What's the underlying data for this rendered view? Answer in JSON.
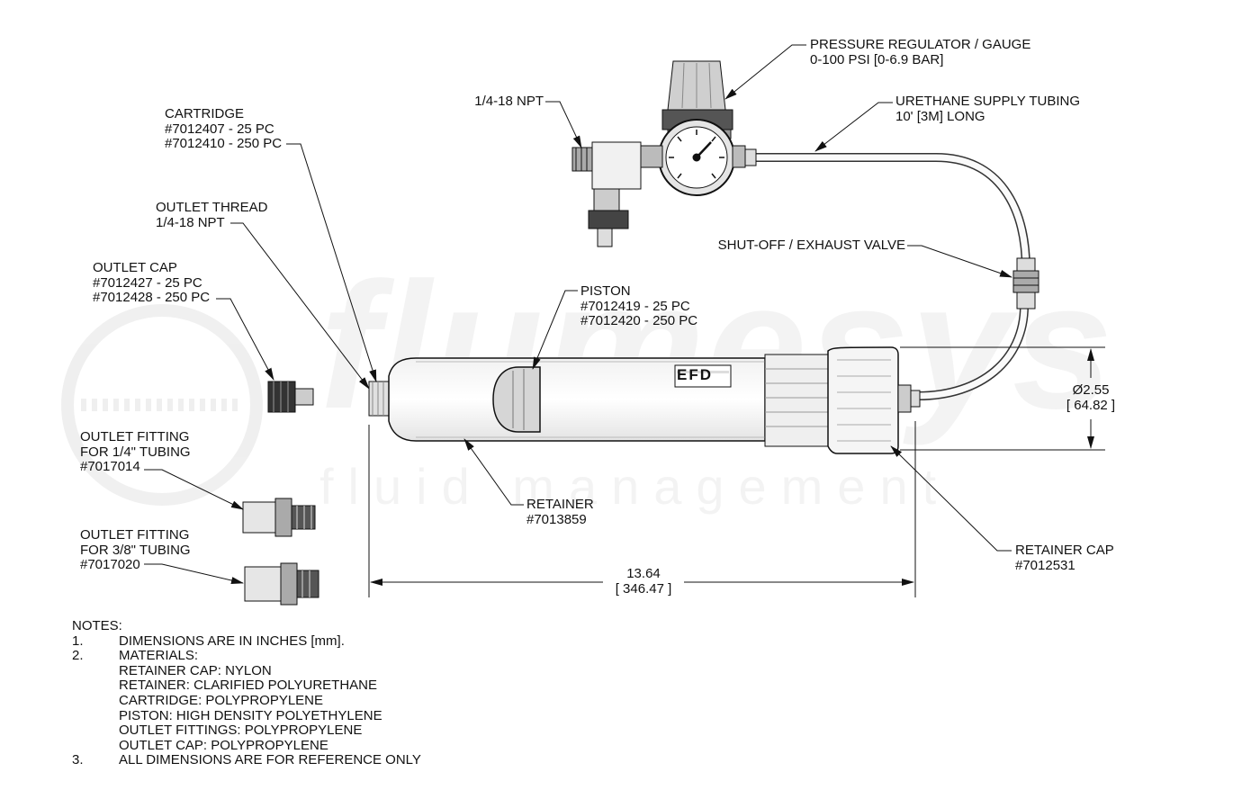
{
  "watermark": {
    "brand": "flumesys",
    "tagline": "fluid management"
  },
  "logo_text": "EFD",
  "labels": {
    "pressure_regulator": [
      "PRESSURE REGULATOR / GAUGE",
      "0-100 PSI [0-6.9 BAR]"
    ],
    "npt_inlet": [
      "1/4-18 NPT"
    ],
    "urethane_tubing": [
      "URETHANE SUPPLY TUBING",
      "10' [3M] LONG"
    ],
    "cartridge": [
      "CARTRIDGE",
      "#7012407 - 25 PC",
      "#7012410 - 250 PC"
    ],
    "outlet_thread": [
      "OUTLET THREAD",
      "1/4-18 NPT"
    ],
    "shutoff_valve": [
      "SHUT-OFF / EXHAUST VALVE"
    ],
    "outlet_cap": [
      "OUTLET CAP",
      "#7012427 - 25 PC",
      "#7012428 - 250 PC"
    ],
    "piston": [
      "PISTON",
      "#7012419 - 25 PC",
      "#7012420 - 250 PC"
    ],
    "outlet_fitting_quarter": [
      "OUTLET FITTING",
      "FOR 1/4\" TUBING",
      "#7017014"
    ],
    "retainer": [
      "RETAINER",
      "#7013859"
    ],
    "outlet_fitting_three_eighths": [
      "OUTLET FITTING",
      "FOR 3/8\" TUBING",
      "#7017020"
    ],
    "retainer_cap": [
      "RETAINER CAP",
      "#7012531"
    ]
  },
  "dimensions": {
    "diameter": {
      "inches": "Ø2.55",
      "mm": "[ 64.82 ]"
    },
    "length": {
      "inches": "13.64",
      "mm": "[ 346.47 ]"
    }
  },
  "notes": {
    "title": "NOTES:",
    "items": [
      {
        "num": "1.",
        "text": "DIMENSIONS ARE IN INCHES [mm]."
      },
      {
        "num": "2.",
        "text": "MATERIALS:"
      },
      {
        "num": "",
        "text": "RETAINER CAP: NYLON"
      },
      {
        "num": "",
        "text": "RETAINER: CLARIFIED POLYURETHANE"
      },
      {
        "num": "",
        "text": "CARTRIDGE: POLYPROPYLENE"
      },
      {
        "num": "",
        "text": "PISTON: HIGH DENSITY POLYETHYLENE"
      },
      {
        "num": "",
        "text": "OUTLET FITTINGS: POLYPROPYLENE"
      },
      {
        "num": "",
        "text": "OUTLET CAP: POLYPROPYLENE"
      },
      {
        "num": "3.",
        "text": "ALL DIMENSIONS ARE FOR REFERENCE ONLY"
      }
    ]
  }
}
